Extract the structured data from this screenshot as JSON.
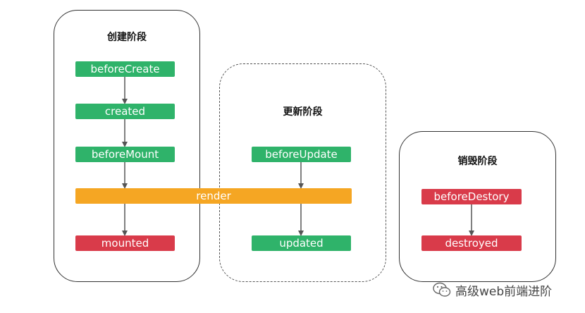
{
  "phases": {
    "create": {
      "title": "创建阶段",
      "before_create": "beforeCreate",
      "created": "created",
      "before_mount": "beforeMount",
      "mounted": "mounted"
    },
    "update": {
      "title": "更新阶段",
      "before_update": "beforeUpdate",
      "updated": "updated"
    },
    "destroy": {
      "title": "销毁阶段",
      "before_destory": "beforeDestory",
      "destroyed": "destroyed"
    }
  },
  "render_label": "render",
  "watermark": {
    "text": "高级web前端进阶",
    "icon": "wechat-icon"
  },
  "colors": {
    "green": "#2fb36a",
    "red": "#d93b4a",
    "orange": "#f5a623",
    "arrow": "#555555"
  }
}
